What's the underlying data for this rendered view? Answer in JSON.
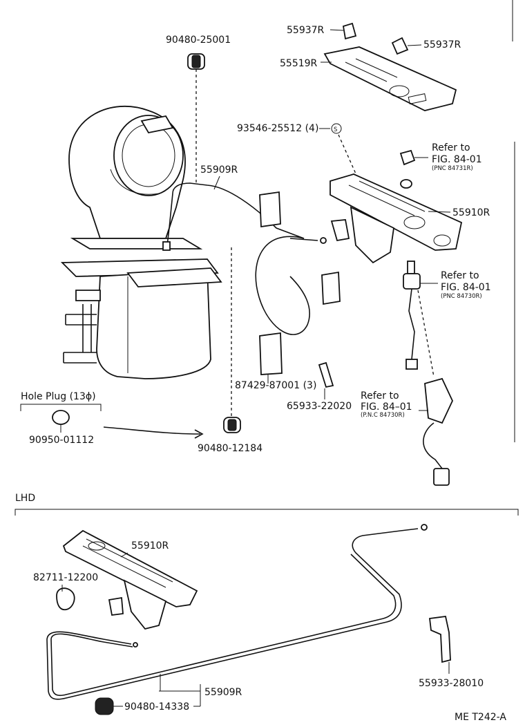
{
  "labels": {
    "p90480_25001": "90480-25001",
    "p55937R_a": "55937R",
    "p55937R_b": "55937R",
    "p55519R": "55519R",
    "p93546": "93546-25512 (4)",
    "refer1_a": "Refer to",
    "refer1_b": "FIG. 84-01",
    "refer1_c": "(PNC 84731R)",
    "p55909R_top": "55909R",
    "p55910R_top": "55910R",
    "refer2_a": "Refer to",
    "refer2_b": "FIG. 84-01",
    "refer2_c": "(PNC 84730R)",
    "hole_plug": "Hole Plug (13ϕ)",
    "p87429": "87429-87001 (3)",
    "p65933": "65933-22020",
    "refer3_a": "Refer to",
    "refer3_b": "FIG. 84–01",
    "refer3_c": "(P.N.C 84730R)",
    "p90950": "90950-01112",
    "p90480_12184": "90480-12184",
    "lhd": "LHD",
    "p55910R_lhd": "55910R",
    "p82711": "82711-12200",
    "p55909R_lhd": "55909R",
    "p55933": "55933-28010",
    "p90480_14338": "90480-14338",
    "footer": "ME T242-A"
  }
}
